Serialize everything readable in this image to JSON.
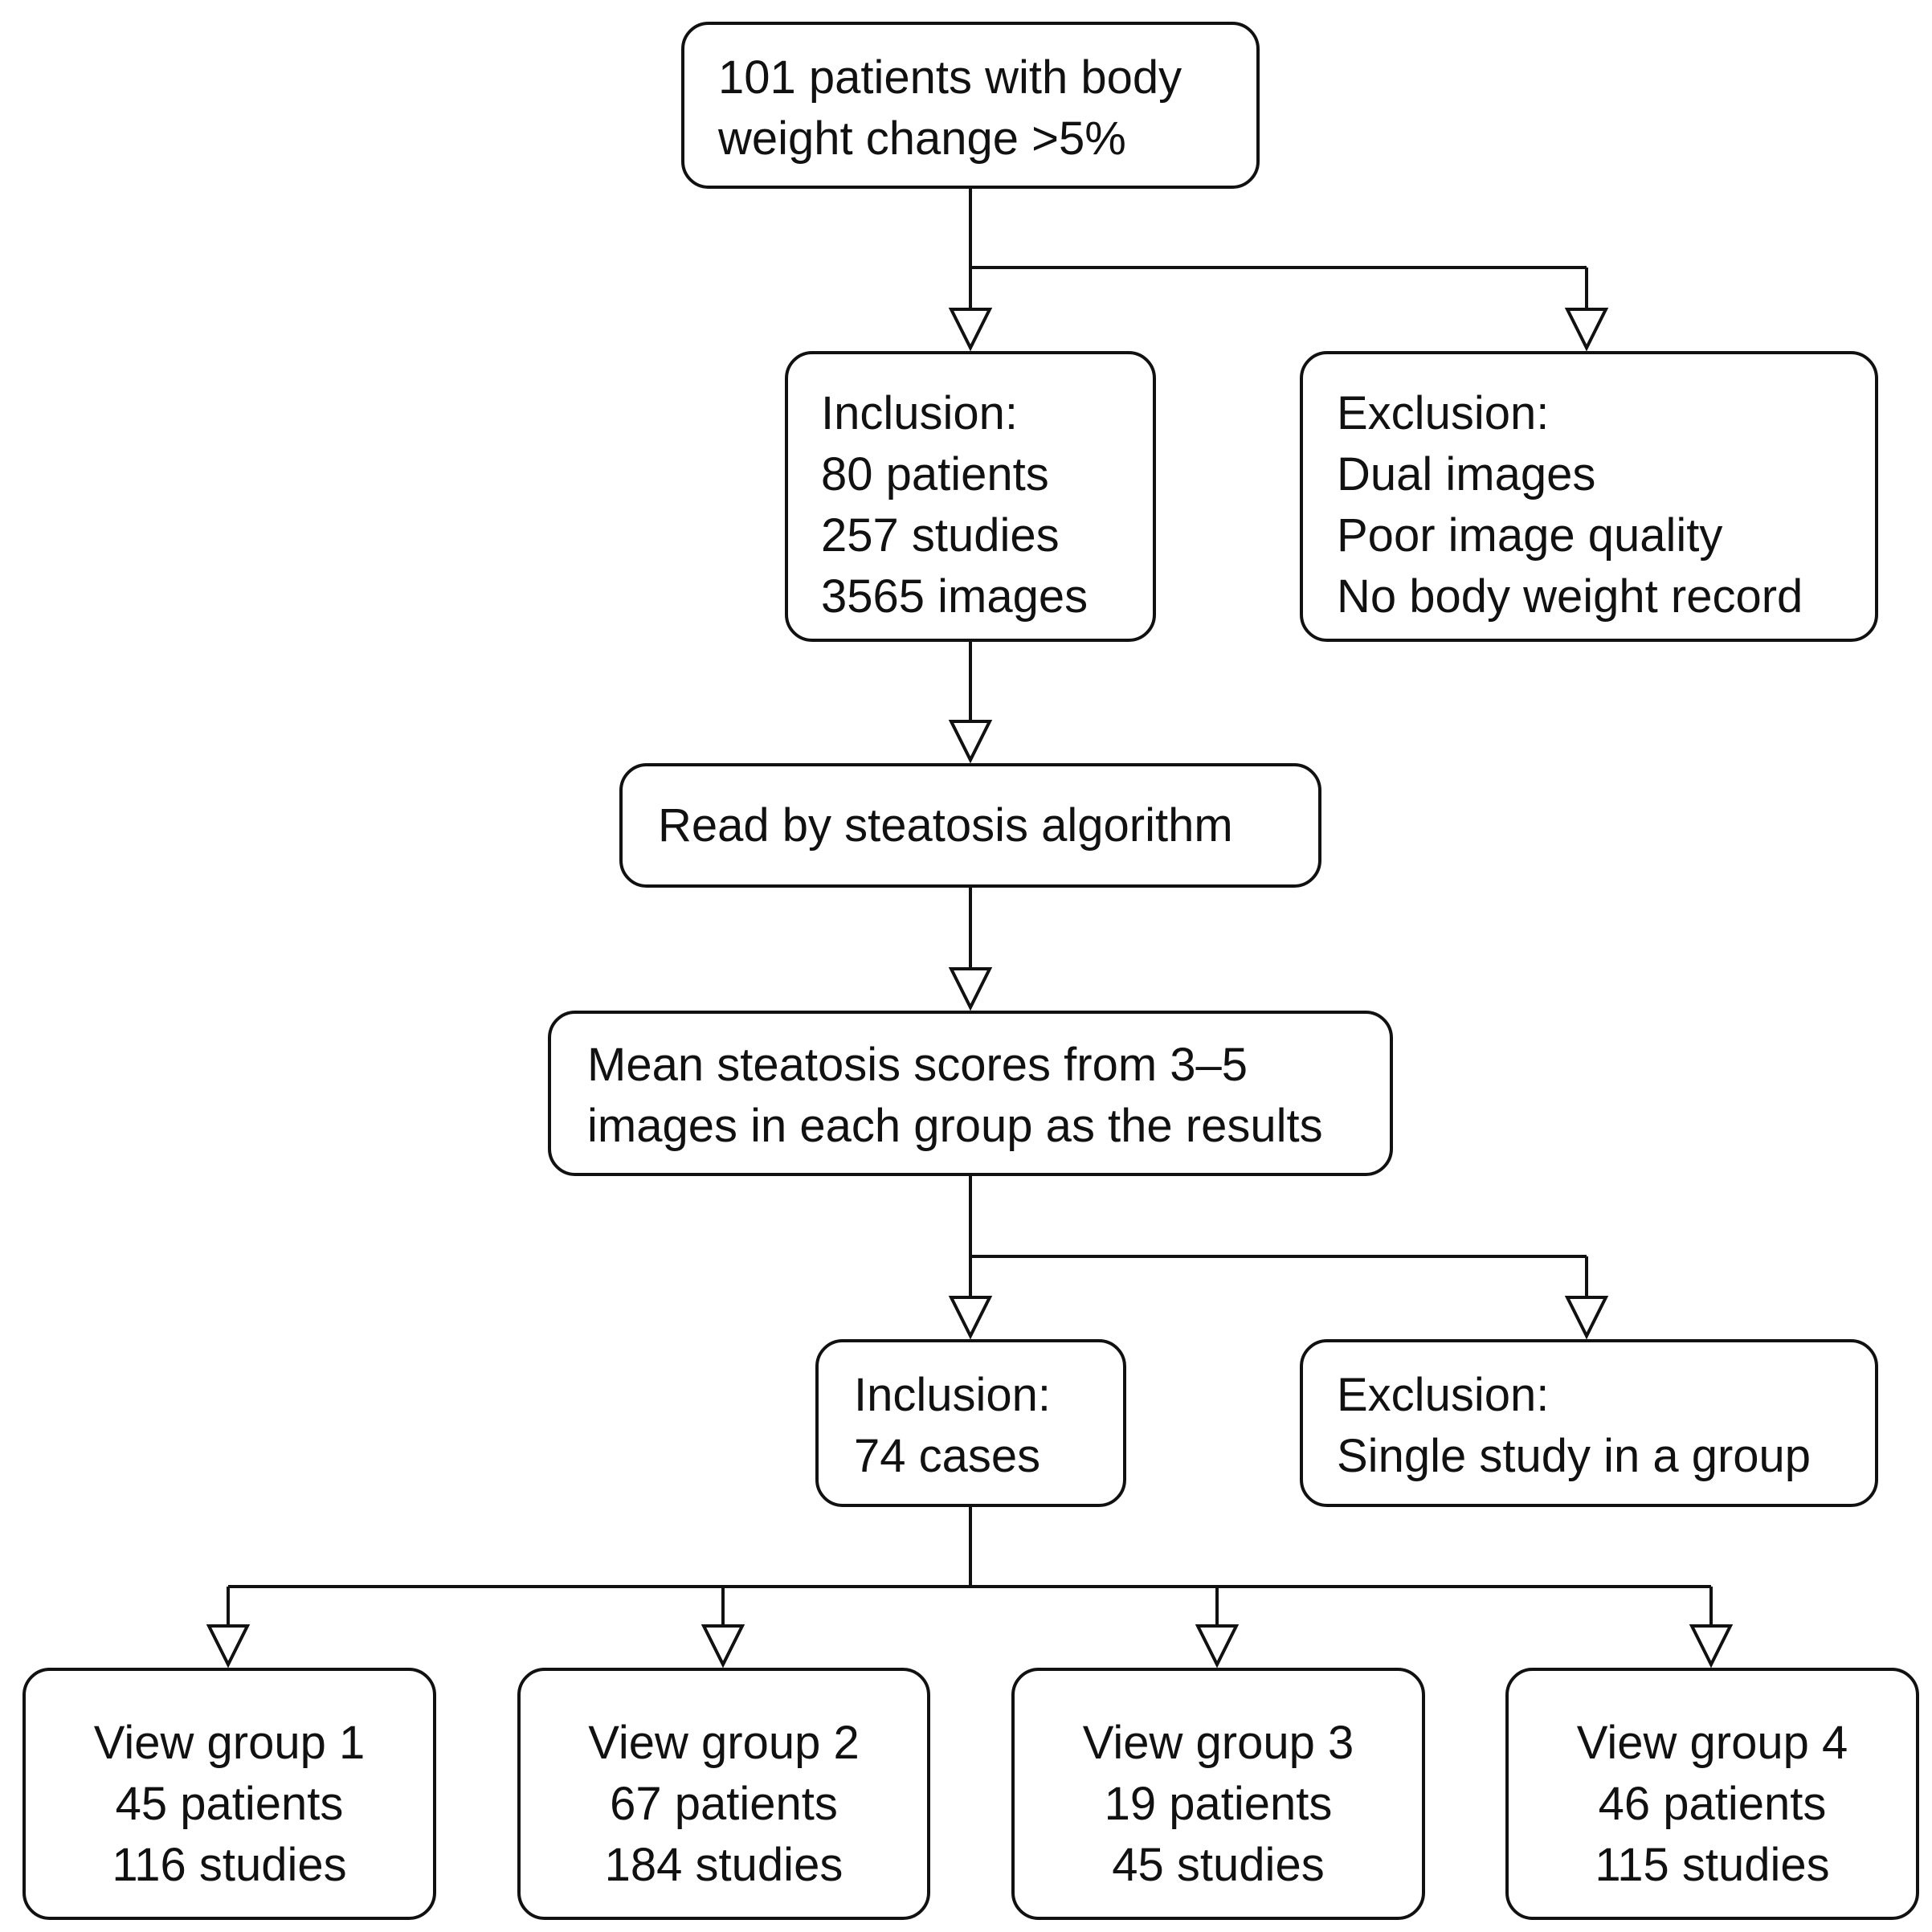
{
  "diagram": {
    "stroke_color": "#111111",
    "background": "#ffffff",
    "start": {
      "lines": [
        "101 patients with body",
        "weight change >5%"
      ]
    },
    "inclusion_1": {
      "lines": [
        "Inclusion:",
        "80 patients",
        "257 studies",
        "3565 images"
      ]
    },
    "exclusion_1": {
      "lines": [
        "Exclusion:",
        "Dual images",
        "Poor image quality",
        "No body weight record"
      ]
    },
    "algorithm": {
      "lines": [
        "Read by steatosis algorithm"
      ]
    },
    "mean_scores": {
      "lines": [
        "Mean steatosis scores from 3–5",
        "images in each group as the results"
      ]
    },
    "inclusion_2": {
      "lines": [
        "Inclusion:",
        "74 cases"
      ]
    },
    "exclusion_2": {
      "lines": [
        "Exclusion:",
        "Single study in a group"
      ]
    },
    "groups": [
      {
        "lines": [
          "View group 1",
          "45 patients",
          "116 studies"
        ]
      },
      {
        "lines": [
          "View group 2",
          "67 patients",
          "184 studies"
        ]
      },
      {
        "lines": [
          "View group 3",
          "19 patients",
          "45 studies"
        ]
      },
      {
        "lines": [
          "View group 4",
          "46 patients",
          "115 studies"
        ]
      }
    ]
  }
}
